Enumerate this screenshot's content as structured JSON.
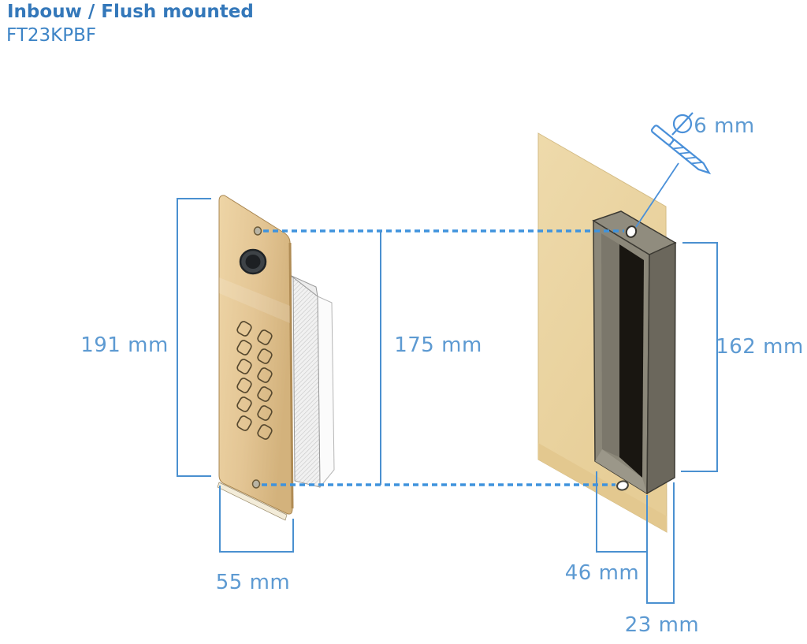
{
  "header": {
    "title": "Inbouw / Flush mounted",
    "model": "FT23KPBF"
  },
  "dimensions": {
    "panel_height": "191 mm",
    "hole_spacing": "175 mm",
    "box_height": "162 mm",
    "panel_width": "55 mm",
    "box_width": "46 mm",
    "box_depth": "23 mm",
    "drill_diameter": "6 mm"
  },
  "icons": {
    "drill": "drill-bit-icon",
    "diameter": "diameter-icon"
  },
  "colors": {
    "title_blue": "#3478ba",
    "label_blue": "#5d9ad2",
    "line_blue": "#4a90d0",
    "dash_blue": "#3f93dd",
    "panel_gold": "#e3c594",
    "wall_tan": "#ebd6a4",
    "box_grey": "#8b8779",
    "interior_black": "#191611"
  },
  "figures": {
    "left": "front-panel-with-keypad",
    "right": "flush-mount-back-box-in-wall"
  }
}
